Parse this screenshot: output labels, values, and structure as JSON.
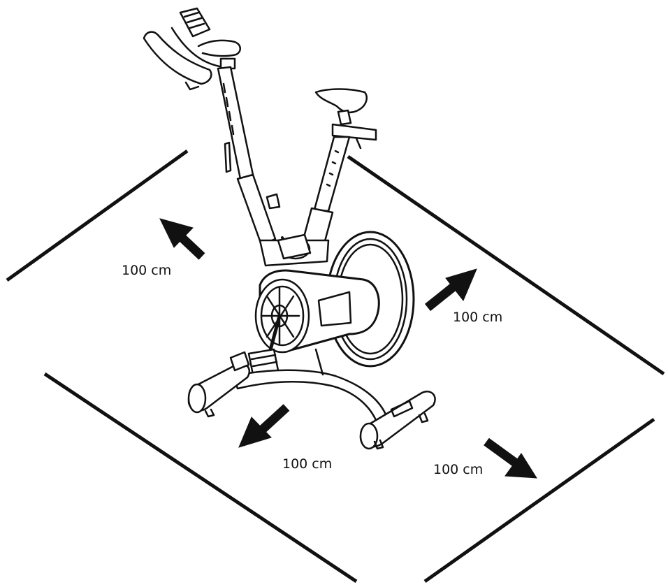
{
  "diagram": {
    "clearance_labels": {
      "back_left": "100 cm",
      "right": "100 cm",
      "front_left": "100 cm",
      "front_right": "100 cm"
    },
    "colors": {
      "line": "#111111",
      "background": "#ffffff"
    }
  }
}
